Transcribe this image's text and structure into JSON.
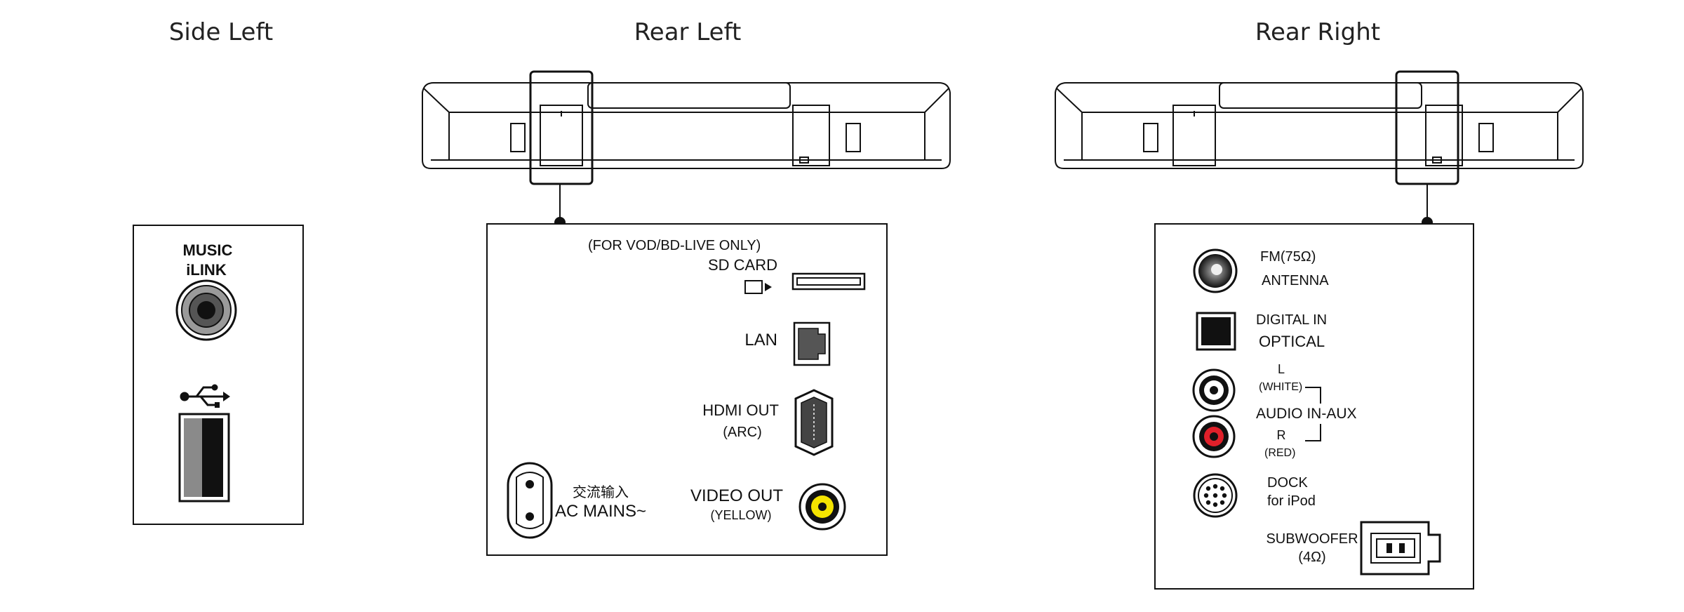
{
  "headings": {
    "side_left": "Side Left",
    "rear_left": "Rear Left",
    "rear_right": "Rear Right"
  },
  "side_left_panel": {
    "music_ilink_line1": "MUSIC",
    "music_ilink_line2": "iLINK"
  },
  "rear_left_panel": {
    "sd_note": "(FOR VOD/BD-LIVE ONLY)",
    "sd_card": "SD CARD",
    "lan": "LAN",
    "hdmi_out": "HDMI OUT",
    "hdmi_arc": "(ARC)",
    "video_out": "VIDEO OUT",
    "video_yellow": "(YELLOW)",
    "ac_chinese": "交流输入",
    "ac_mains": "AC MAINS~"
  },
  "rear_right_panel": {
    "fm": "FM(75Ω)",
    "antenna": "ANTENNA",
    "digital_in": "DIGITAL IN",
    "optical": "OPTICAL",
    "l": "L",
    "white": "(WHITE)",
    "audio_in_aux": "AUDIO IN-AUX",
    "r": "R",
    "red": "(RED)",
    "dock": "DOCK",
    "for_ipod": "for iPod",
    "subwoofer": "SUBWOOFER",
    "ohm4": "(4Ω)"
  },
  "colors": {
    "line": "#111111",
    "video_yellow": "#f5e400",
    "audio_red": "#e0202a",
    "usb_grey": "#8a8a8a"
  }
}
